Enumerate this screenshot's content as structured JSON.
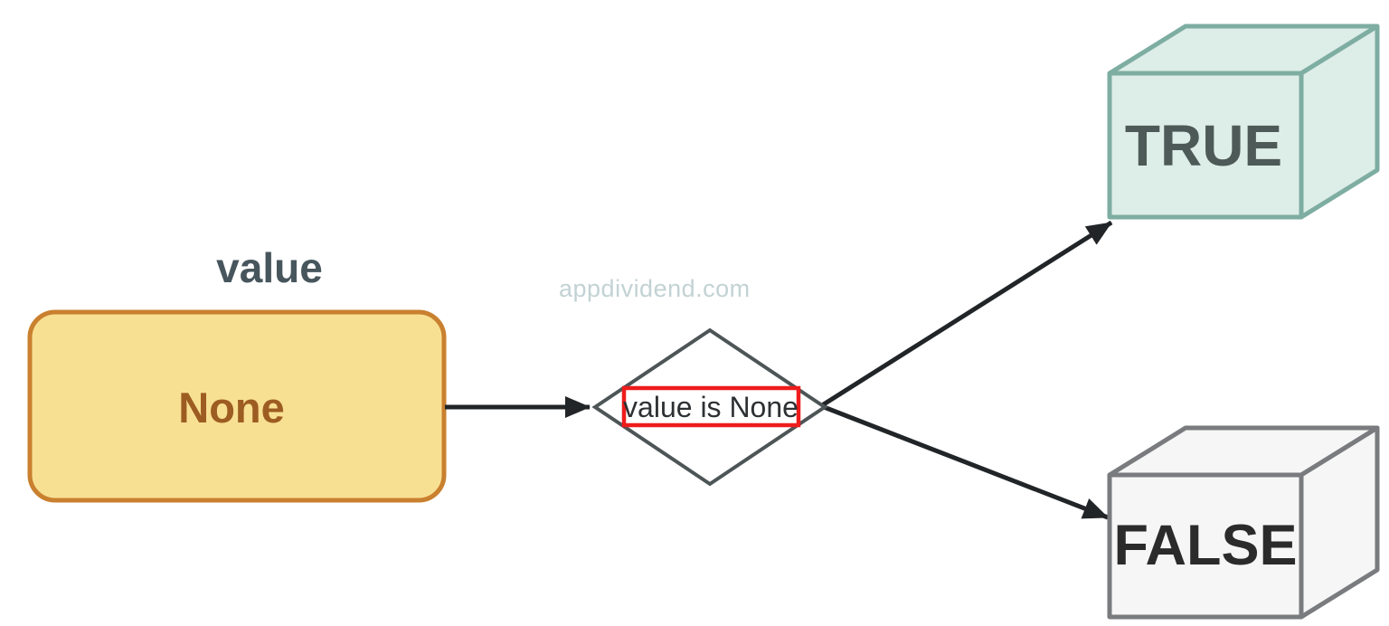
{
  "diagram": {
    "type": "flowchart",
    "background_color": "#ffffff",
    "watermark": {
      "text": "appdividend.com",
      "color": "#c3d2d4"
    },
    "input_node": {
      "title": "value",
      "title_color": "#47565c",
      "label": "None",
      "label_color": "#9d5c22",
      "fill": "#f8e093",
      "border": "#c9802f",
      "shape": "rounded-rectangle"
    },
    "decision_node": {
      "label": "value is None",
      "label_color": "#2e3133",
      "shape": "diamond",
      "border": "#4d5557",
      "fill": "#ffffff",
      "highlight_border": "#ee1c1c"
    },
    "outcome_true": {
      "label": "TRUE",
      "label_color": "#4d5a57",
      "fill": "#ddede7",
      "border": "#7eada2",
      "shape": "3d-cube"
    },
    "outcome_false": {
      "label": "FALSE",
      "label_color": "#2b2b2b",
      "fill": "#f6f6f6",
      "border": "#797b7e",
      "shape": "3d-cube"
    },
    "arrows": {
      "color": "#212528",
      "connections": [
        "input_node -> decision_node",
        "decision_node -> outcome_true",
        "decision_node -> outcome_false"
      ]
    }
  }
}
